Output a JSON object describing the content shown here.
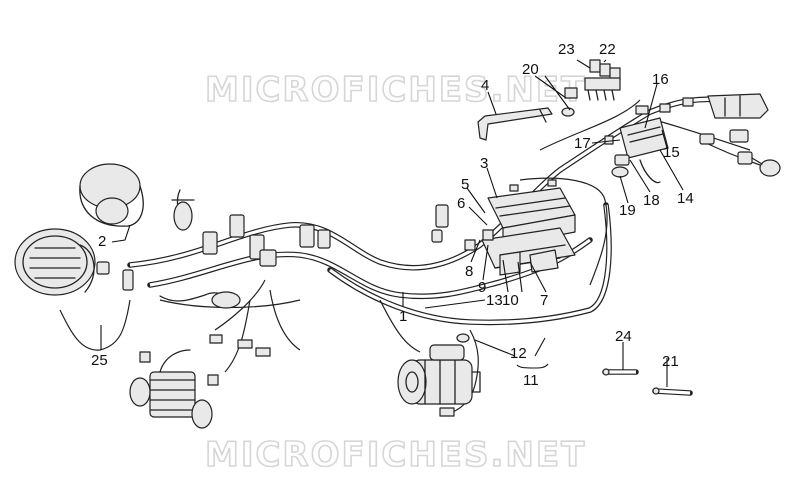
{
  "watermark": {
    "top": "MICROFICHES.NET",
    "bottom": "MICROFICHES.NET"
  },
  "callouts": {
    "c1": "1",
    "c2": "2",
    "c3": "3",
    "c4": "4",
    "c5": "5",
    "c6": "6",
    "c7": "7",
    "c8": "8",
    "c9": "9",
    "c10": "10",
    "c11": "11",
    "c12": "12",
    "c13": "13",
    "c14": "14",
    "c15": "15",
    "c16": "16",
    "c17": "17",
    "c18": "18",
    "c19": "19",
    "c20": "20",
    "c21": "21",
    "c22": "22",
    "c23": "23",
    "c24": "24",
    "c25": "25"
  }
}
